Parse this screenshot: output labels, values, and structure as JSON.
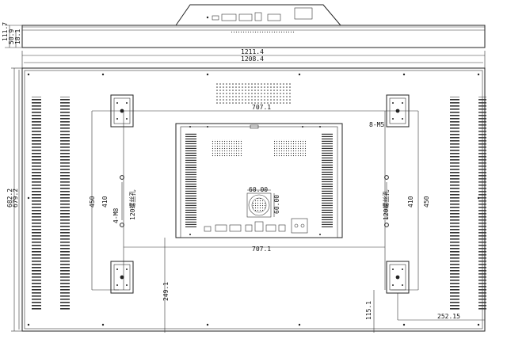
{
  "dimensions": {
    "total_depth": "111.7",
    "depth_mid": "50.9",
    "depth_bezel": "18.1",
    "outer_width": "1211.4",
    "inner_width": "1208.4",
    "outer_height": "682.2",
    "inner_height": "679.2",
    "hole_span_top": "707.1",
    "hole_span_bottom": "707.1",
    "hole_span_vertical": "410",
    "bracket_height_left": "450",
    "bracket_height_right": "450",
    "screw_label": "8-M5",
    "mount_label": "4-M8",
    "bottom_offset_left": "249.1",
    "bottom_offset_right": "115.1",
    "right_edge_offset": "252.15",
    "fan_width": "60.00",
    "fan_height": "60.00"
  },
  "labels": {
    "mount_note_left": "120螺丝孔",
    "mount_note_right": "120螺丝孔"
  },
  "colors": {
    "line": "#222222",
    "background": "#ffffff"
  }
}
